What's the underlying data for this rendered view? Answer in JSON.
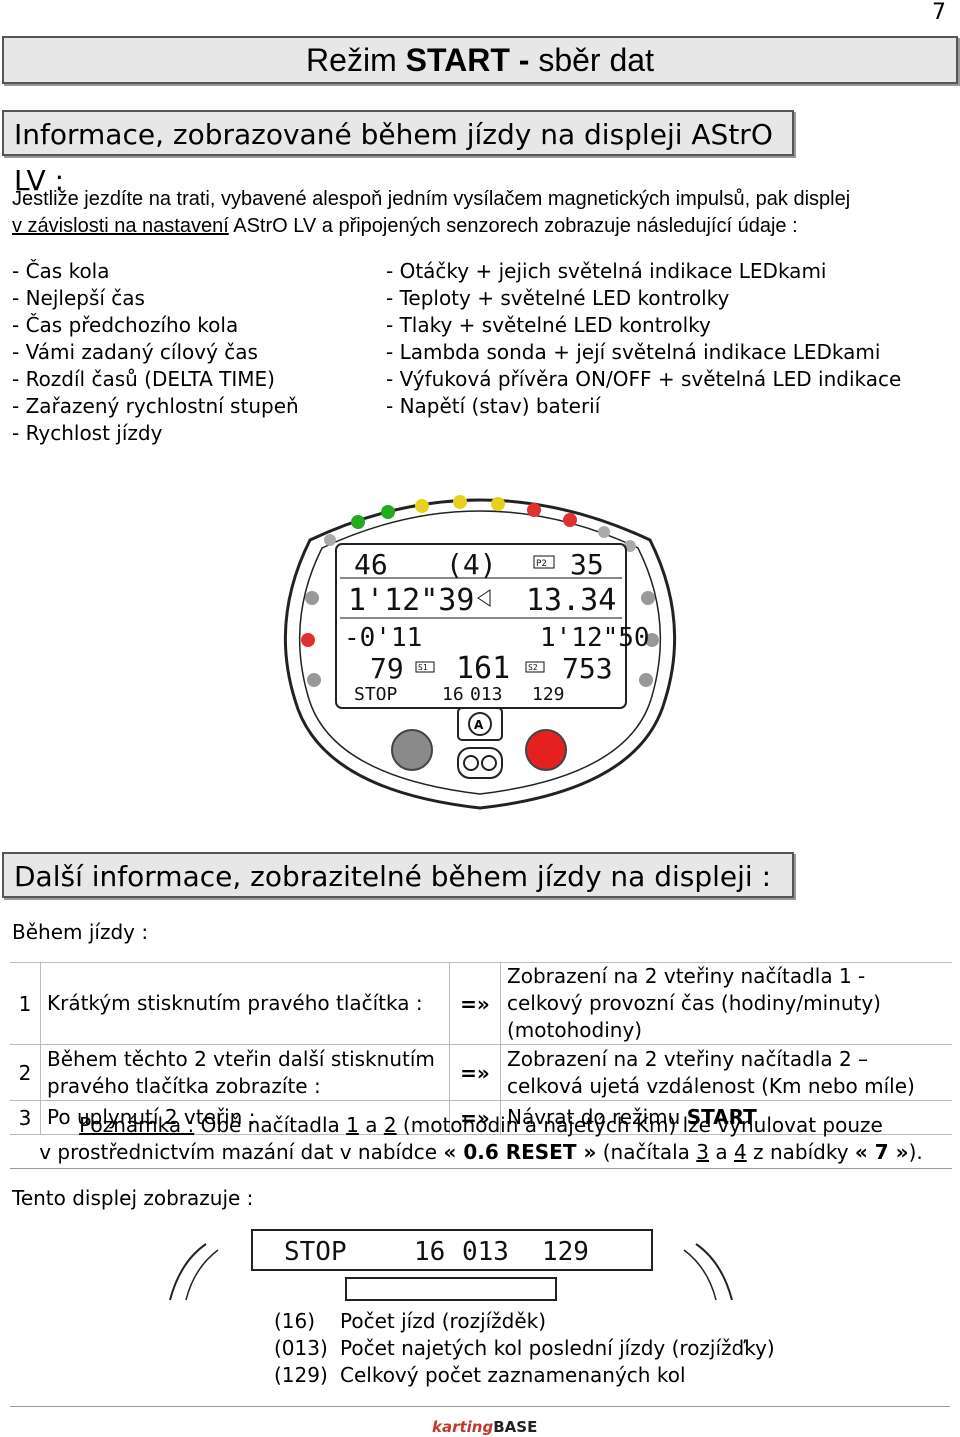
{
  "page_number": "7",
  "title": {
    "prefix": "Režim ",
    "bold": "START - ",
    "suffix": "sběr dat"
  },
  "section1_heading": "Informace, zobrazované během jízdy na displeji AStrO LV :",
  "intro": {
    "line1": "Jestliže jezdíte na trati, vybavené alespoň jedním vysílačem magnetických impulsů, pak displej",
    "line2_underlined": "v závislosti na nastavení",
    "line2_rest": " AStrO LV a připojených senzorech zobrazuje následující údaje :"
  },
  "list_left": [
    "- Čas kola",
    "- Nejlepší čas",
    "- Čas předchozího kola",
    "- Vámi zadaný cílový čas",
    "- Rozdíl časů (DELTA TIME)",
    "- Zařazený rychlostní stupeň",
    "- Rychlost jízdy"
  ],
  "list_right": [
    "- Otáčky + jejich světelná indikace LEDkami",
    "- Teploty + světelné LED kontrolky",
    "- Tlaky + světelné LED kontrolky",
    "- Lambda sonda + její světelná indikace LEDkami",
    "- Výfuková přívěra ON/OFF + světelná LED indikace",
    "- Napětí (stav) baterií"
  ],
  "display": {
    "row1": [
      "46",
      "(4)",
      "35"
    ],
    "row2": [
      "1'12\"39",
      "13.34"
    ],
    "row3": [
      "-0'11",
      "1'12\"50"
    ],
    "row4": [
      "79",
      "161",
      "753"
    ],
    "row5": [
      "STOP",
      "16",
      "013",
      "129"
    ],
    "tag_p2": "P2",
    "tag_s1": "S1",
    "tag_s2": "S2",
    "led_colors": [
      "#22aa22",
      "#22aa22",
      "#e6d21c",
      "#e6d21c",
      "#e6d21c",
      "#e03030",
      "#e03030"
    ]
  },
  "section2_heading": "Další informace, zobrazitelné během jízdy na displeji :",
  "during_ride": "Během jízdy :",
  "steps": [
    {
      "num": "1",
      "text": "Krátkým stisknutím pravého tlačítka :",
      "arrow": "=»",
      "result": "Zobrazení na 2 vteřiny načítadla 1 - celkový provozní čas (hodiny/minuty) (motohodiny)"
    },
    {
      "num": "2",
      "text": "Během těchto 2 vteřin další stisknutím pravého tlačítka zobrazíte :",
      "arrow": "=»",
      "result": "Zobrazení na 2 vteřiny načítadla 2 – celková ujetá vzdálenost (Km nebo míle)"
    },
    {
      "num": "3",
      "text": "Po uplynutí 2 vteřin :",
      "arrow": "=»",
      "result_prefix": "Návrat do režimu ",
      "result_bold": "START"
    }
  ],
  "note": {
    "label": "Poznámka :",
    "t1": " Obě načítadla ",
    "n1": "1",
    "t2": " a ",
    "n2": "2",
    "t3": " (motohodin a najetých Km) lze vynulovat pouze",
    "t4": "v prostřednictvím mazání dat v nabídce ",
    "b1": "« 0.6 RESET »",
    "t5": " (načítala ",
    "n3": "3",
    "t6": " a ",
    "n4": "4",
    "t7": " z nabídky ",
    "b2": "« 7 »",
    "t8": ")."
  },
  "this_display_shows": "Tento displej zobrazuje :",
  "strip": [
    "STOP",
    "16",
    "013",
    "129"
  ],
  "legend": [
    {
      "code": "(16)",
      "text": "Počet jízd (rozjížděk)"
    },
    {
      "code": "(013)",
      "text": "Počet najetých kol poslední jízdy (rozjížďky)"
    },
    {
      "code": "(129)",
      "text": "Celkový počet zaznamenaných kol"
    }
  ],
  "footer": {
    "karting": "karting",
    "base": "BASE"
  }
}
